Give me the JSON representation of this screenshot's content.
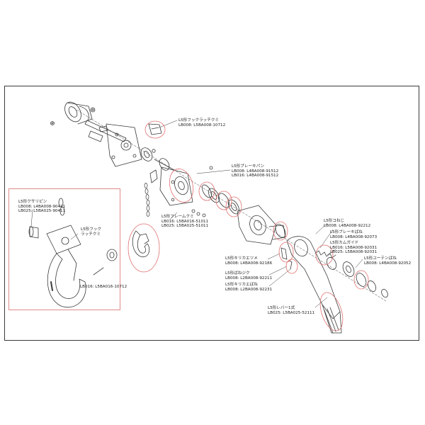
{
  "colors": {
    "line": "#3a3a3a",
    "callout": "#e07070",
    "text": "#222222"
  },
  "inset": {
    "latch_pin": [
      "L5形クサリピン",
      "LB008: L4BA008-90411",
      "LB025: L5BA025-90411"
    ],
    "hook_latch": [
      "L5形フック",
      "ラッチクミ"
    ],
    "hook_code": "LB016: L5BA016-10712"
  },
  "labels": {
    "hook_latch_set": [
      "L5形フックラッチクミ",
      "LB008: L5BA008-10712"
    ],
    "brake_pawl": [
      "L5形ブレーキパン",
      "LB008: L4BA008-91512",
      "LB016: L4BA008-91512"
    ],
    "frame_set": [
      "L5形フレームクミ",
      "LB016: L5BA016-51011",
      "LB025: L5BA025-51011"
    ],
    "screw": [
      "L5形コねじ",
      "LB008: L4BA008-92212"
    ],
    "brake_spring": [
      "L5形ブレーキばね",
      "LB008: L4BA008-92073"
    ],
    "cam_guide": [
      "L5形カムガイド",
      "LB016: L5BA008-92031",
      "LB025: L5BA008-92031"
    ],
    "euten_spring": [
      "L5形ユーテンばね",
      "LB008: L4BA008-92052"
    ],
    "selector_pawl": [
      "L5形キリカエツメ",
      "LB008: L4BA008-92186"
    ],
    "pawl_shaft": [
      "L5形ばねジク",
      "LB008: L2BA008-92211"
    ],
    "selector_spring": [
      "L5形キリカエばね",
      "LB008: L2BA008-92231"
    ],
    "lever": [
      "L5形レバー1式",
      "LB025: L5BA025-52111"
    ]
  }
}
